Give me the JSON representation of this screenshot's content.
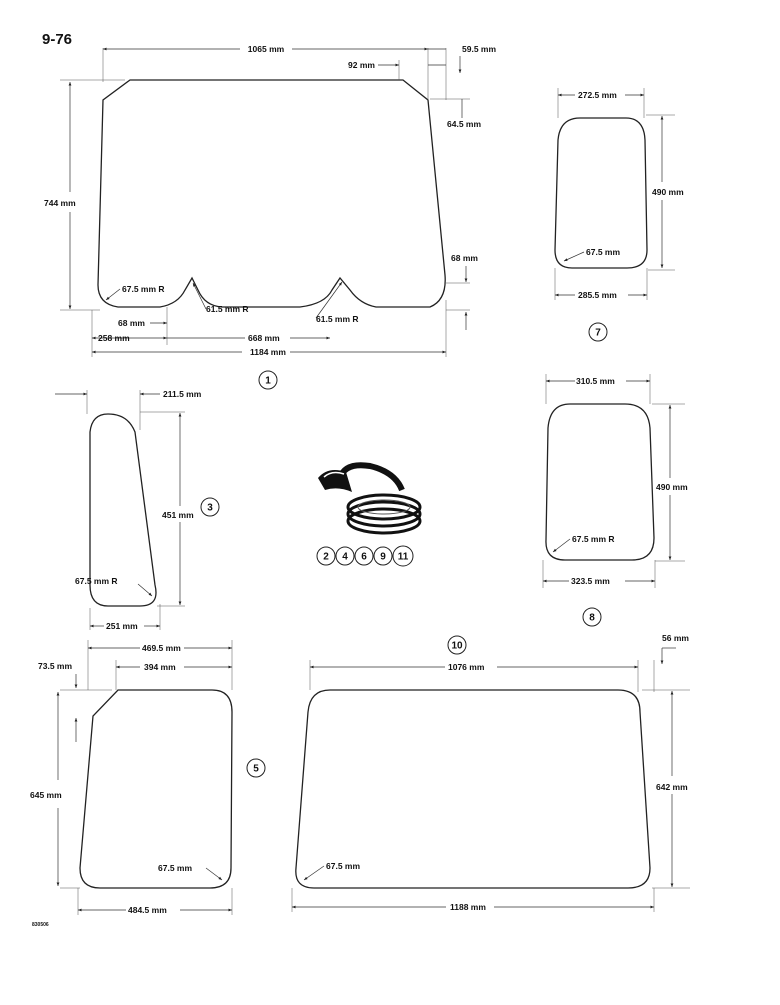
{
  "page": {
    "number": "9-76",
    "figure_code": "830506"
  },
  "parts": {
    "p1": {
      "callout": "1",
      "dims": {
        "top_width": "1065 mm",
        "top_corner_offset": "59.5 mm",
        "corner_chamfer": "92 mm",
        "side_taper": "64.5 mm",
        "height": "744 mm",
        "bottom_notch_depth": "68 mm",
        "corner_radius": "67.5 mm R",
        "notch_radius_left": "61.5 mm R",
        "notch_radius_right": "61.5 mm R",
        "notch_offset": "68 mm",
        "left_segment": "258 mm",
        "middle_segment": "668 mm",
        "bottom_width": "1184 mm"
      }
    },
    "p7": {
      "callout": "7",
      "dims": {
        "top_width": "272.5 mm",
        "height": "490 mm",
        "corner_radius": "67.5 mm",
        "bottom_width": "285.5 mm"
      }
    },
    "p3": {
      "callout": "3",
      "dims": {
        "top_offset": "211.5 mm",
        "height": "451 mm",
        "corner_radius": "67.5 mm R",
        "bottom_width": "251 mm"
      }
    },
    "p8": {
      "callout": "8",
      "dims": {
        "top_width": "310.5 mm",
        "height": "490 mm",
        "corner_radius": "67.5 mm R",
        "bottom_width": "323.5 mm"
      }
    },
    "seal": {
      "callouts": [
        "2",
        "4",
        "6",
        "9",
        "11"
      ]
    },
    "p5": {
      "callout": "5",
      "dims": {
        "overall_top": "469.5 mm",
        "chamfer_offset": "73.5 mm",
        "top_width": "394 mm",
        "height": "645 mm",
        "corner_radius": "67.5 mm",
        "bottom_width": "484.5 mm"
      }
    },
    "p10": {
      "callout": "10",
      "dims": {
        "top_width": "1076 mm",
        "side_offset": "56 mm",
        "height": "642 mm",
        "corner_radius": "67.5 mm",
        "bottom_width": "1188 mm"
      }
    }
  }
}
